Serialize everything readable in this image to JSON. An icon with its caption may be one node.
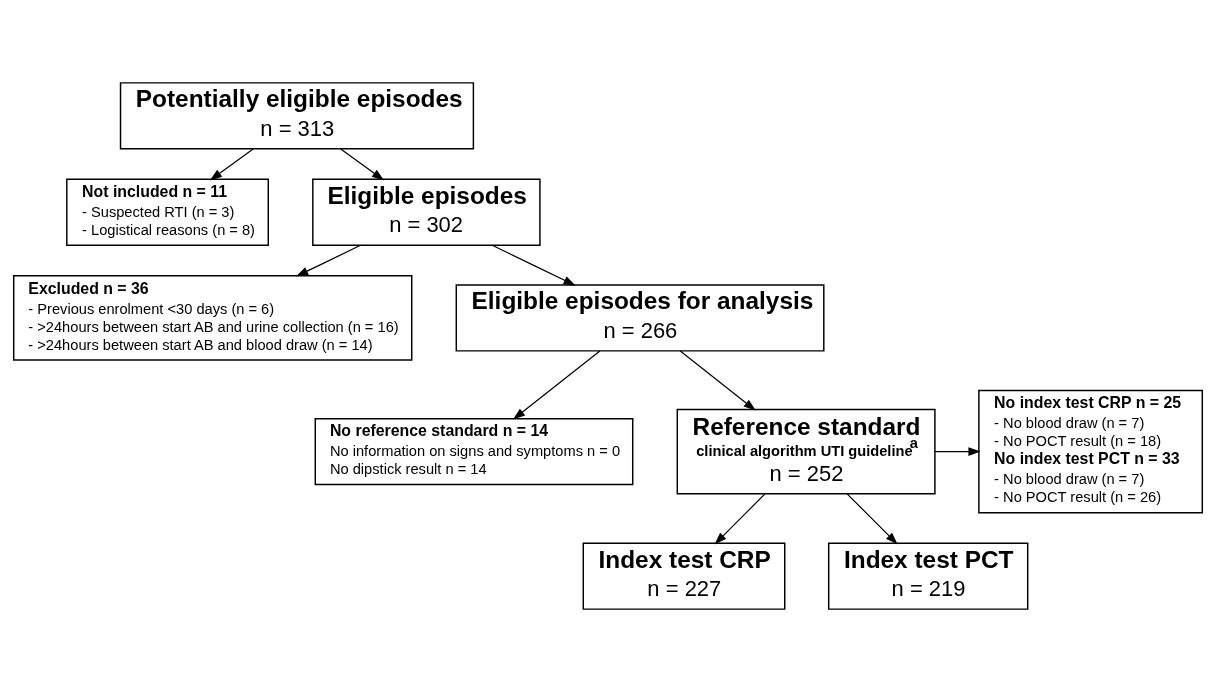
{
  "diagram": {
    "nodes": [
      {
        "text": [
          "Potentially eligible episodes",
          "n = 313"
        ]
      },
      {
        "text": [
          "Not included n = 11",
          "- Suspected RTI (n = 3)",
          "- Logistical reasons (n = 8)"
        ]
      },
      {
        "text": [
          "Eligible episodes",
          "n = 302"
        ]
      },
      {
        "text": [
          "Excluded n = 36",
          "- Previous enrolment <30 days (n = 6)",
          "- >24hours between start AB and urine collection (n = 16)",
          "- >24hours between start AB and blood draw (n = 14)"
        ]
      },
      {
        "text": [
          "Eligible episodes for analysis",
          "n = 266"
        ]
      },
      {
        "text": [
          "No reference standard n = 14",
          "No information on signs and symptoms n = 0",
          "No dipstick result n = 14"
        ]
      },
      {
        "text": [
          "Reference standard",
          "clinical algorithm UTI guideline$^{a}$",
          "n = 252"
        ]
      },
      {
        "text": [
          "No index test CRP n = 25",
          "- No blood draw (n = 7)",
          "- No POCT result (n = 18)",
          "No index test PCT n = 33",
          "- No blood draw (n = 7)",
          "- No POCT result (n = 26)"
        ]
      },
      {
        "text": [
          "Index test CRP",
          "n = 227"
        ]
      },
      {
        "text": [
          "Index test PCT",
          "n = 219"
        ]
      }
    ],
    "edges": [
      {
        "from": 0,
        "to": 2,
        "arrow": "to"
      },
      {
        "from": 0,
        "to": 1,
        "arrow": "to"
      },
      {
        "from": 2,
        "to": 4,
        "arrow": "to"
      },
      {
        "from": 2,
        "to": 3,
        "arrow": "to"
      },
      {
        "from": 4,
        "to": 6,
        "arrow": "to"
      },
      {
        "from": 4,
        "to": 5,
        "arrow": "to"
      },
      {
        "from": 6,
        "to": 7,
        "arrow": "to"
      },
      {
        "from": 6,
        "to": 8,
        "arrow": "to"
      },
      {
        "from": 6,
        "to": 9,
        "arrow": "to"
      }
    ]
  }
}
